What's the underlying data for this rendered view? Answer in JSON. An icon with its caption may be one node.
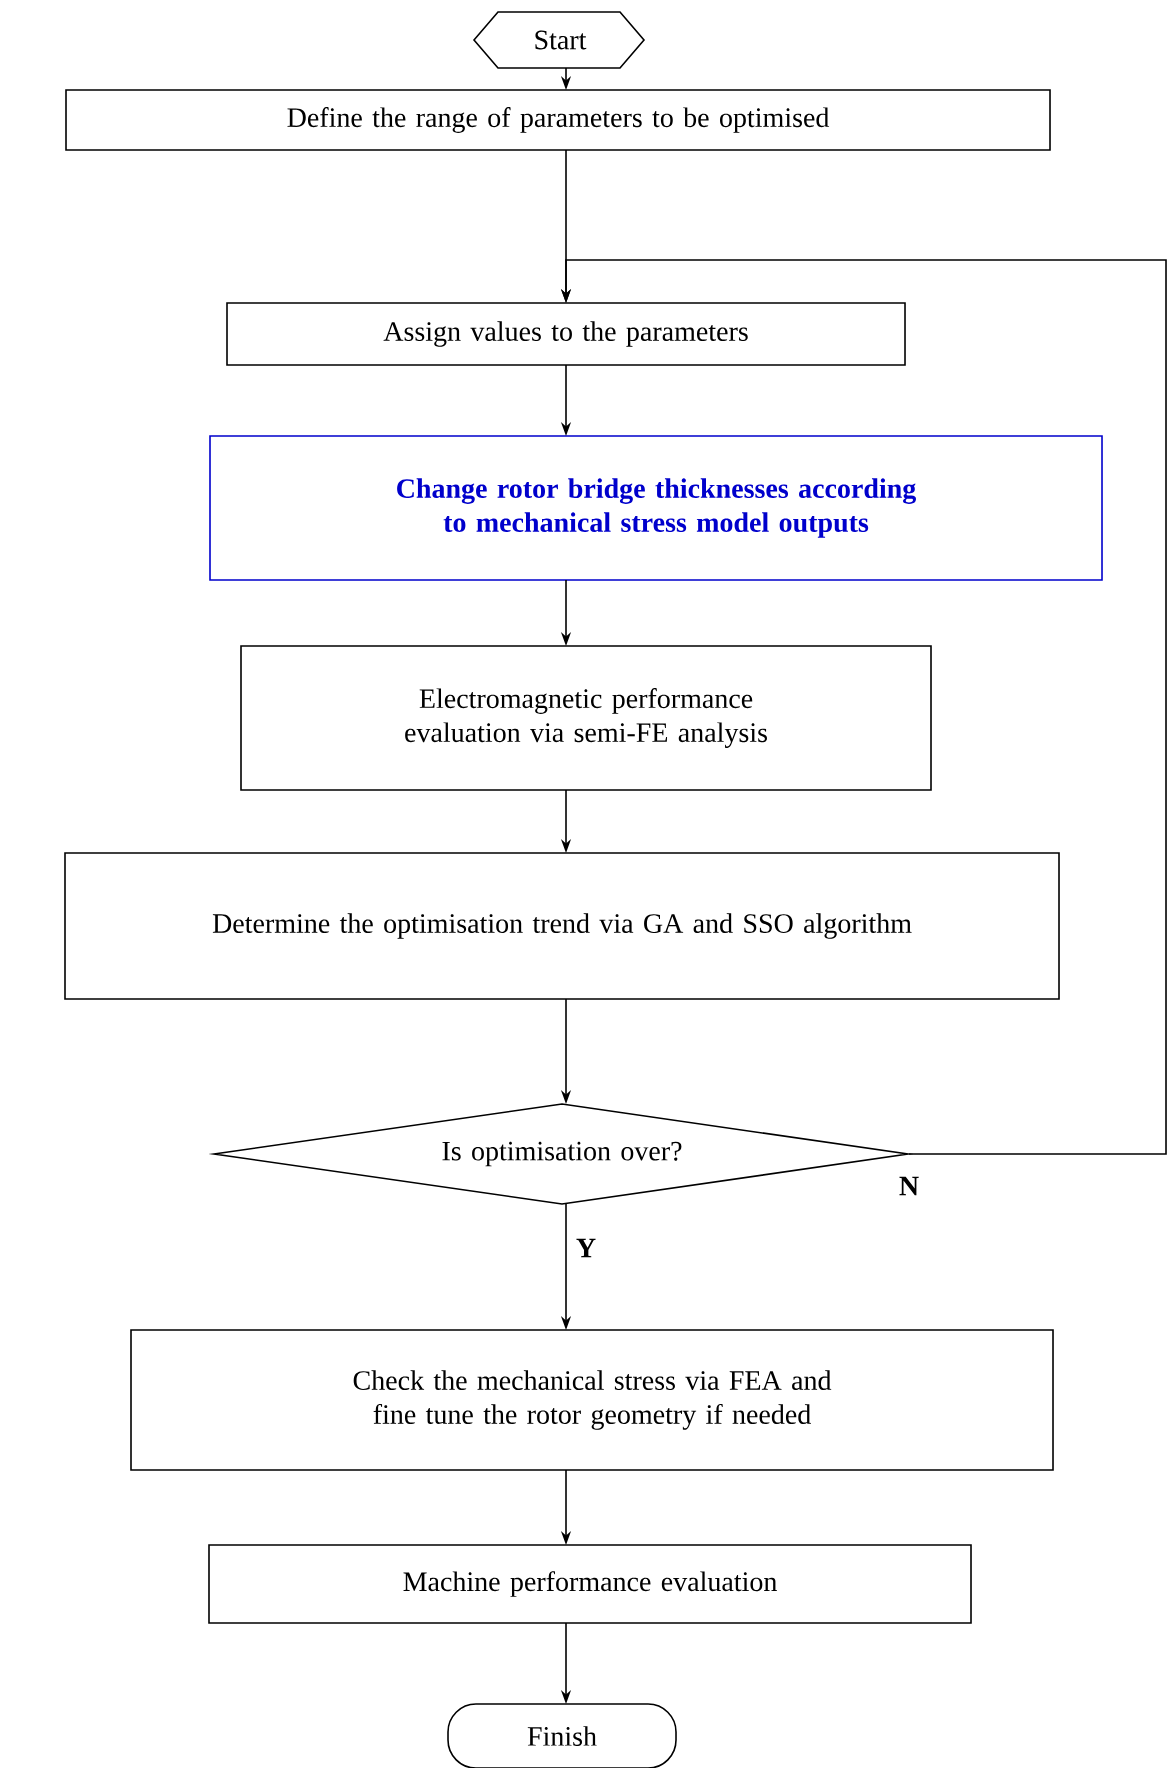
{
  "diagram": {
    "nodes": [
      {
        "text": [
          "Start"
        ]
      },
      {
        "text": [
          "Define the range of parameters to be optimised"
        ]
      },
      {
        "text": [
          "Assign values to the parameters"
        ]
      },
      {
        "text": [
          "Change rotor bridge thicknesses according to mechanical stress model outputs"
        ]
      },
      {
        "text": [
          "Electromagnetic performance evaluation via semi-FE analysis"
        ]
      },
      {
        "text": [
          "Determine the optimisation trend via GA and SSO algorithm"
        ]
      },
      {
        "text": [
          "Is optimisation over?"
        ]
      },
      {
        "text": [
          "Check the mechanical stress via FEA and fine tune the rotor geometry if needed"
        ]
      },
      {
        "text": [
          "Machine performance evaluation"
        ]
      },
      {
        "text": [
          "Finish"
        ]
      }
    ],
    "edges": [
      {
        "from": 0,
        "to": 1,
        "arrow": "to"
      },
      {
        "from": 1,
        "to": 2,
        "arrow": "to"
      },
      {
        "from": 2,
        "to": 3,
        "arrow": "to"
      },
      {
        "from": 3,
        "to": 4,
        "arrow": "to"
      },
      {
        "from": 4,
        "to": 5,
        "arrow": "to"
      },
      {
        "from": 5,
        "to": 6,
        "arrow": "to"
      },
      {
        "from": 6,
        "to": 7,
        "arrow": "to",
        "label": "Y"
      },
      {
        "from": 6,
        "to": 2,
        "arrow": "to",
        "label": "N"
      },
      {
        "from": 7,
        "to": 8,
        "arrow": "to"
      },
      {
        "from": 8,
        "to": 9,
        "arrow": "to"
      }
    ]
  }
}
